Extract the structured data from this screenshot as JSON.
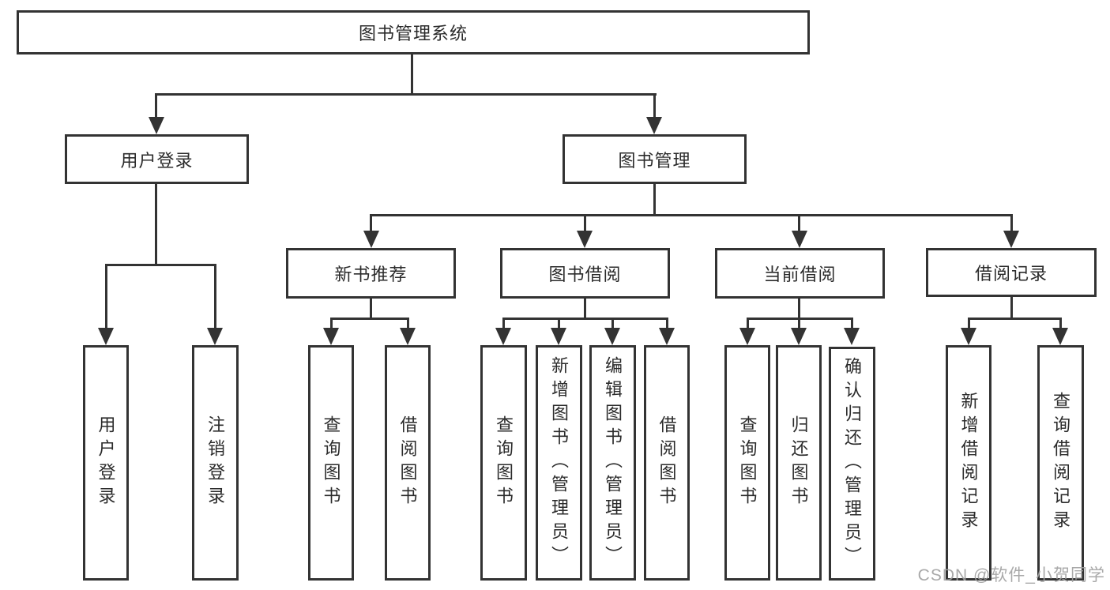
{
  "tree": {
    "label": "图书管理系统",
    "children": [
      {
        "label": "用户登录",
        "children": [
          {
            "label": "用户登录"
          },
          {
            "label": "注销登录"
          }
        ]
      },
      {
        "label": "图书管理",
        "children": [
          {
            "label": "新书推荐",
            "children": [
              {
                "label": "查询图书"
              },
              {
                "label": "借阅图书"
              }
            ]
          },
          {
            "label": "图书借阅",
            "children": [
              {
                "label": "查询图书"
              },
              {
                "label": "新增图书（管理员）"
              },
              {
                "label": "编辑图书（管理员）"
              },
              {
                "label": "借阅图书"
              }
            ]
          },
          {
            "label": "当前借阅",
            "children": [
              {
                "label": "查询图书"
              },
              {
                "label": "归还图书"
              },
              {
                "label": "确认归还（管理员）"
              }
            ]
          },
          {
            "label": "借阅记录",
            "children": [
              {
                "label": "新增借阅记录"
              },
              {
                "label": "查询借阅记录"
              }
            ]
          }
        ]
      }
    ]
  },
  "watermark": {
    "text": "CSDN @软件_小贺同学"
  },
  "colors": {
    "line": "#333333",
    "text": "#2b2b2b",
    "watermark": "#a0a0a0",
    "background": "#ffffff"
  }
}
